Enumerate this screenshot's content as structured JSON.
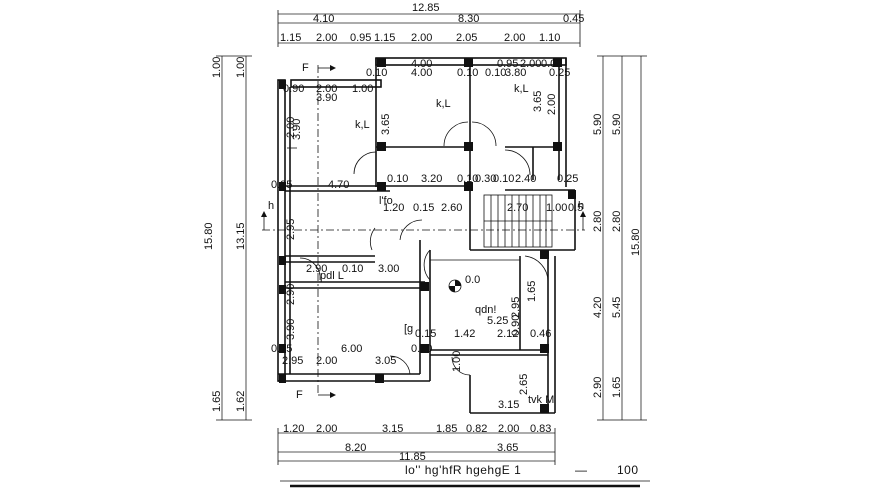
{
  "top_dims": {
    "overall": "12.85",
    "row2": [
      "4.10",
      "8.30",
      "0.45"
    ],
    "row3": [
      "1.15",
      "2.00",
      "0.95",
      "1.15",
      "2.00",
      "2.05",
      "2.00",
      "1.10"
    ]
  },
  "bottom_dims": {
    "row1": [
      "1.20",
      "2.00",
      "3.15",
      "1.85",
      "0.82",
      "2.00",
      "0.83"
    ],
    "row2": [
      "8.20",
      "3.65"
    ],
    "overall": "11.85"
  },
  "left_dims": {
    "outer": [
      "1.00",
      "15.80",
      "1.65"
    ],
    "inner": [
      "1.00",
      "13.15",
      "1.62"
    ]
  },
  "right_dims": {
    "inner": [
      "5.90",
      "2.80",
      "4.20",
      "2.90"
    ],
    "middle": [
      "5.90",
      "2.80",
      "5.45",
      "1.65"
    ],
    "outer": "15.80"
  },
  "room_labels": {
    "kl_1": "k,L",
    "kl_2": "k,L",
    "kl_3": "k,L",
    "lfo": "l'fo",
    "pdl": "pdl L",
    "qdni": "qdn!",
    "tvk": "tvk M",
    "gq": "[g",
    "level": "0.0"
  },
  "section_marks": {
    "top": "F",
    "bottom": "F",
    "left": "h",
    "right": "h"
  },
  "interior_dims": {
    "t1": "0.90",
    "t2": "2.00",
    "t3": "1.00",
    "t4": "3.90",
    "t5": "0.10",
    "t6": "4.00",
    "t7": "0.10",
    "t8": "4.00",
    "t9": "0.95",
    "t10": "2.00",
    "t11": "0.05",
    "t12": "0.10",
    "t13": "3.80",
    "t14": "0.25",
    "v1": "3.65",
    "v2": "3.65",
    "v3": "2.00",
    "v4": "3.90",
    "v5": "2.00",
    "m1": "0.25",
    "m2": "4.70",
    "m3": "0.10",
    "m4": "3.20",
    "m5": "0.10",
    "m6": "0.30",
    "m7": "0.10",
    "m8": "2.40",
    "m9": "0.25",
    "s1": "1.20",
    "s2": "0.15",
    "s3": "2.60",
    "s4": "2.70",
    "s5": "1.00",
    "s6": "0.5",
    "r1": "2.90",
    "r2": "0.10",
    "r3": "3.00",
    "r4": "5.25",
    "r5": "2.95",
    "r6": "1.65",
    "r7": "0.90",
    "b1": "0.15",
    "b2": "1.42",
    "b3": "2.12",
    "b4": "0.46",
    "b5": "0.25",
    "b6": "6.00",
    "b7": "0.10",
    "b8": "2.95",
    "b9": "2.00",
    "b10": "3.05",
    "b11": "1.00",
    "b12": "2.65",
    "b13": "3.15",
    "lv1": "2.95",
    "lv2": "3.90",
    "lv3": "2.90"
  },
  "footer": {
    "title": "lo'' hg'hfR hgehgE 1",
    "dash": "—",
    "scale": "100"
  }
}
